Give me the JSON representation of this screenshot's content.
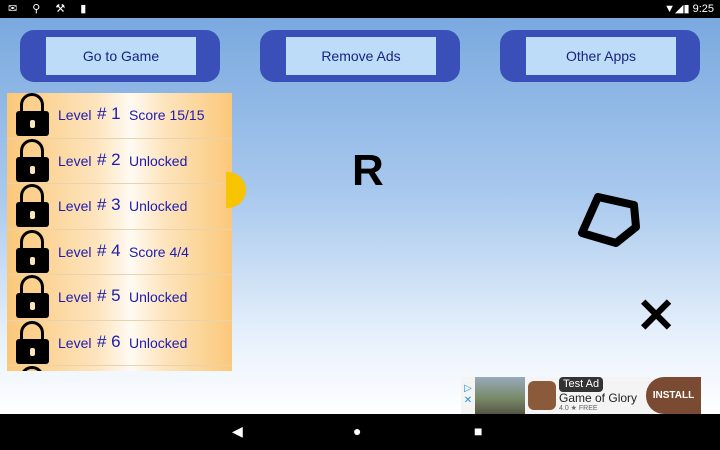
{
  "status": {
    "left_icons": "✉ ⚲ ⚒ ▮",
    "time": "9:25",
    "signal": "▼◢▮"
  },
  "buttons": {
    "go_to_game": "Go to Game",
    "remove_ads": "Remove Ads",
    "other_apps": "Other Apps"
  },
  "levels": [
    {
      "label": "Level",
      "number": "# 1",
      "status": "Score 15/15"
    },
    {
      "label": "Level",
      "number": "# 2",
      "status": "Unlocked"
    },
    {
      "label": "Level",
      "number": "# 3",
      "status": "Unlocked"
    },
    {
      "label": "Level",
      "number": "# 4",
      "status": "Score 4/4"
    },
    {
      "label": "Level",
      "number": "# 5",
      "status": "Unlocked"
    },
    {
      "label": "Level",
      "number": "# 6",
      "status": "Unlocked"
    }
  ],
  "game": {
    "letter": "R",
    "cross": "✕"
  },
  "ad": {
    "tag": "Test Ad",
    "title": "Game of Glory",
    "sub": "4.0 ★ FREE",
    "install": "INSTALL"
  },
  "nav": {
    "back": "◀",
    "home": "●",
    "recents": "■"
  }
}
